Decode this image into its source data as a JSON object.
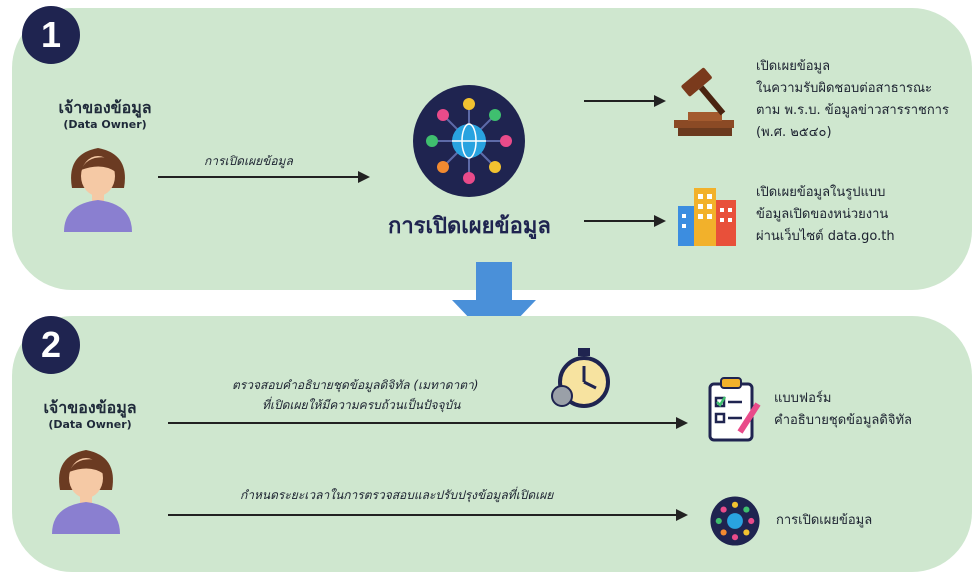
{
  "section1": {
    "step_number": "1",
    "owner": {
      "name_th": "เจ้าของข้อมูล",
      "name_en": "(Data Owner)"
    },
    "arrow_label": "การเปิดเผยข้อมูล",
    "center_title": "การเปิดเผยข้อมูล",
    "law_text": [
      "เปิดเผยข้อมูล",
      "ในความรับผิดชอบต่อสาธารณะ",
      "ตาม พ.ร.บ. ข้อมูลข่าวสารราชการ",
      "(พ.ศ. ๒๕๔๐)"
    ],
    "open_data_text": [
      "เปิดเผยข้อมูลในรูปแบบ",
      "ข้อมูลเปิดของหน่วยงาน",
      "ผ่านเว็บไซต์ data.go.th"
    ]
  },
  "section2": {
    "step_number": "2",
    "owner": {
      "name_th": "เจ้าของข้อมูล",
      "name_en": "(Data Owner)"
    },
    "check_text": [
      "ตรวจสอบคำอธิบายชุดข้อมูลดิจิทัล (เมทาดาตา)",
      "ที่เปิดเผยให้มีความครบถ้วนเป็นปัจจุบัน"
    ],
    "schedule_text": "กำหนดระยะเวลาในการตรวจสอบและปรับปรุงข้อมูลที่เปิดเผย",
    "form_text": [
      "แบบฟอร์ม",
      "คำอธิบายชุดข้อมูลดิจิทัล"
    ],
    "disclosure_text": "การเปิดเผยข้อมูล"
  },
  "colors": {
    "panel": "#cfe7cf",
    "badge": "#1f2450",
    "down_arrow": "#4a90d9"
  }
}
